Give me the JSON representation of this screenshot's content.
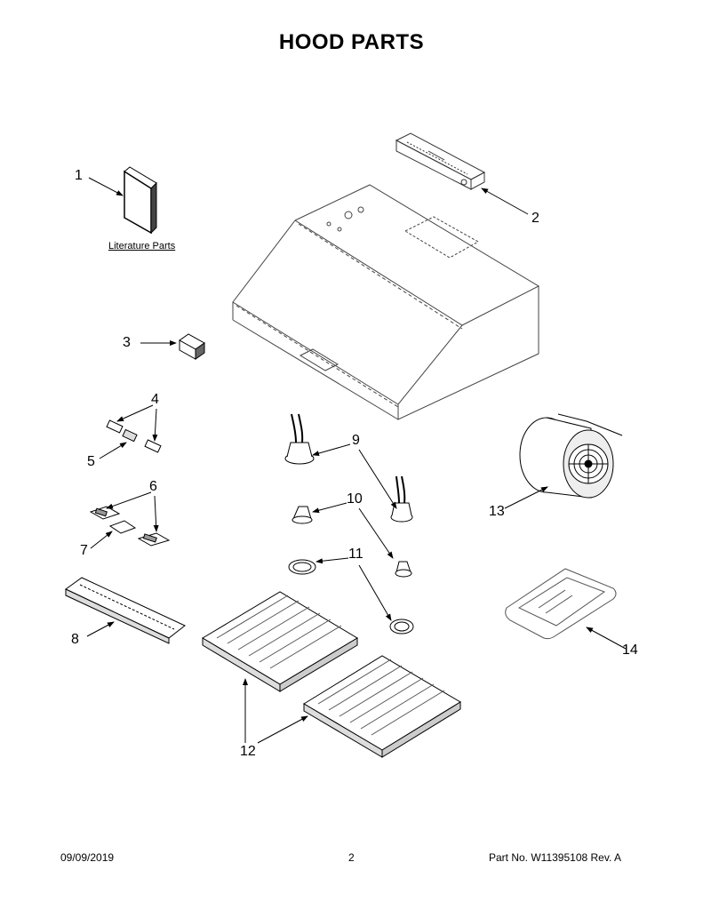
{
  "page": {
    "title": "HOOD PARTS",
    "literature_label": "Literature Parts",
    "footer": {
      "date": "09/09/2019",
      "page_number": "2",
      "part_number": "Part No.  W11395108  Rev. A"
    }
  },
  "callouts": [
    "1",
    "2",
    "3",
    "4",
    "5",
    "6",
    "7",
    "8",
    "9",
    "10",
    "11",
    "12",
    "13",
    "14"
  ]
}
